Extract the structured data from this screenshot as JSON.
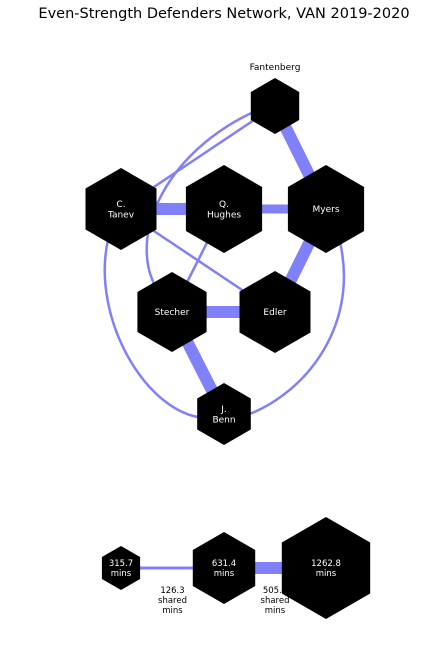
{
  "title": "Even-Strength Defenders Network, VAN 2019-2020",
  "colors": {
    "node": "#000000",
    "edge": "#8080f8",
    "node_text": "#ffffff",
    "label_text": "#000000"
  },
  "nodes": [
    {
      "id": "fantenberg",
      "label": "Fantenberg",
      "label_position": "above"
    },
    {
      "id": "tanev",
      "label": "C.\nTanev"
    },
    {
      "id": "hughes",
      "label": "Q.\nHughes"
    },
    {
      "id": "myers",
      "label": "Myers"
    },
    {
      "id": "stecher",
      "label": "Stecher"
    },
    {
      "id": "edler",
      "label": "Edler"
    },
    {
      "id": "benn",
      "label": "J.\nBenn"
    }
  ],
  "edges": [
    {
      "from": "fantenberg",
      "to": "myers",
      "weight": "heavy"
    },
    {
      "from": "fantenberg",
      "to": "tanev",
      "weight": "light"
    },
    {
      "from": "fantenberg",
      "to": "stecher",
      "weight": "light"
    },
    {
      "from": "tanev",
      "to": "hughes",
      "weight": "heavy"
    },
    {
      "from": "hughes",
      "to": "myers",
      "weight": "medium"
    },
    {
      "from": "myers",
      "to": "edler",
      "weight": "heavy"
    },
    {
      "from": "tanev",
      "to": "edler",
      "weight": "light"
    },
    {
      "from": "hughes",
      "to": "stecher",
      "weight": "light"
    },
    {
      "from": "stecher",
      "to": "edler",
      "weight": "heavy"
    },
    {
      "from": "stecher",
      "to": "benn",
      "weight": "heavy"
    },
    {
      "from": "tanev",
      "to": "benn",
      "weight": "light"
    },
    {
      "from": "myers",
      "to": "benn",
      "weight": "light"
    }
  ],
  "legend": {
    "nodes": [
      {
        "id": "l1",
        "label": "315.7\nmins"
      },
      {
        "id": "l2",
        "label": "631.4\nmins"
      },
      {
        "id": "l3",
        "label": "1262.8\nmins"
      }
    ],
    "edges": [
      {
        "from": "l1",
        "to": "l2",
        "label": "126.3\nshared\nmins"
      },
      {
        "from": "l2",
        "to": "l3",
        "label": "505.1\nshared\nmins"
      }
    ]
  }
}
